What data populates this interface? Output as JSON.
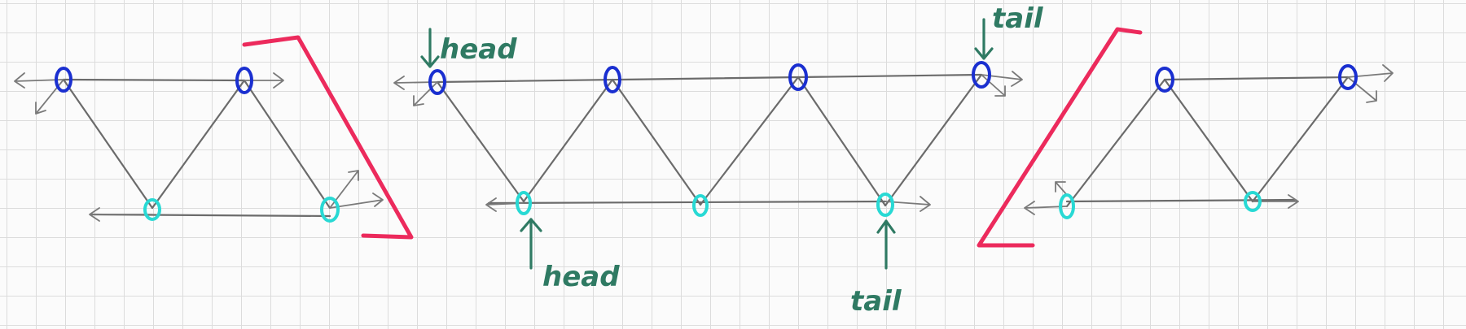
{
  "labels": {
    "top_head": "head",
    "bottom_head": "head",
    "top_tail": "tail",
    "bottom_tail": "tail"
  },
  "colors": {
    "top_row_node": "#1a2fd0",
    "bottom_row_node": "#28d9d4",
    "edge": "#6b6b6b",
    "bracket": "#ec2a5c",
    "pointer_label": "#2f7a63"
  }
}
